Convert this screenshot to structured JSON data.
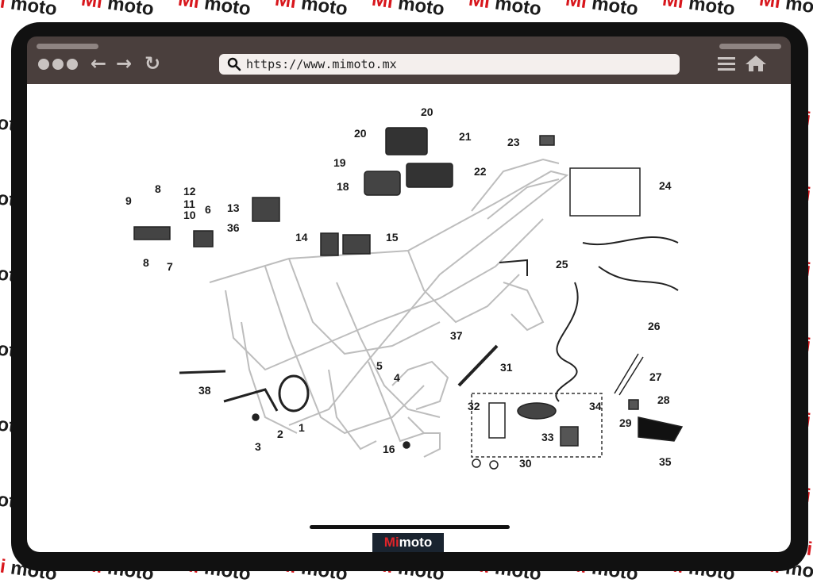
{
  "watermark": {
    "mi": "Mi",
    "moto": " moto"
  },
  "browser": {
    "url": "https://www.mimoto.mx",
    "icons": {
      "back": "arrow-left-icon",
      "forward": "arrow-right-icon",
      "reload": "reload-icon",
      "search": "search-icon",
      "menu": "menu-icon",
      "home": "home-icon"
    }
  },
  "brand": {
    "mi": "Mi",
    "moto": " moto"
  },
  "diagram": {
    "callouts": [
      "1",
      "2",
      "3",
      "4",
      "5",
      "6",
      "7",
      "8",
      "8",
      "9",
      "10",
      "11",
      "12",
      "13",
      "14",
      "15",
      "16",
      "18",
      "19",
      "20",
      "20",
      "21",
      "22",
      "23",
      "24",
      "25",
      "26",
      "27",
      "28",
      "29",
      "30",
      "31",
      "32",
      "33",
      "34",
      "35",
      "36",
      "37",
      "38"
    ]
  },
  "colors": {
    "brand_red": "#d8161c",
    "frame_dark": "#111111",
    "bar": "#4a3f3d"
  }
}
